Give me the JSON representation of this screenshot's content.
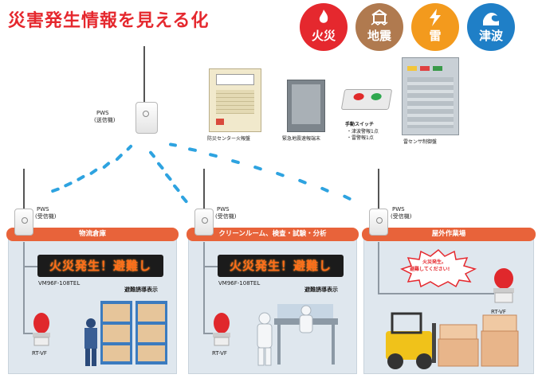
{
  "title": "災害発生情報を見える化",
  "hazards": [
    {
      "label": "火災",
      "color": "#e5282e",
      "icon": "flame-icon"
    },
    {
      "label": "地震",
      "color": "#b07a4f",
      "icon": "earthquake-icon"
    },
    {
      "label": "雷",
      "color": "#f39a1d",
      "icon": "lightning-icon"
    },
    {
      "label": "津波",
      "color": "#1f7fc7",
      "icon": "wave-icon"
    }
  ],
  "transmitter": {
    "name": "PWS",
    "role": "(送信機)"
  },
  "receiver": {
    "name": "PWS",
    "role": "(受信機)"
  },
  "equipment": {
    "fire_panel": "防災センター火報盤",
    "eq_terminal": "緊急地震速報端末",
    "manual_switch": "手動スイッチ",
    "tsunami_btn": "・津波警報1点",
    "lightning_btn": "・雷警報1点",
    "lightning_panel": "雷センサ制御盤"
  },
  "panels": [
    {
      "title": "物流倉庫",
      "sign": "火災発生！避難し",
      "sign_model": "VM96F-108TEL",
      "guide": "避難誘導表示",
      "light": "RT-VF"
    },
    {
      "title": "クリーンルーム、検査・試験・分析",
      "sign": "火災発生！避難し",
      "sign_model": "VM96F-108TEL",
      "guide": "避難誘導表示",
      "light": "RT-VF"
    },
    {
      "title": "屋外作業場",
      "bubble_line1": "火災発生。",
      "bubble_line2": "避難してください!",
      "light": "RT-VF"
    }
  ]
}
